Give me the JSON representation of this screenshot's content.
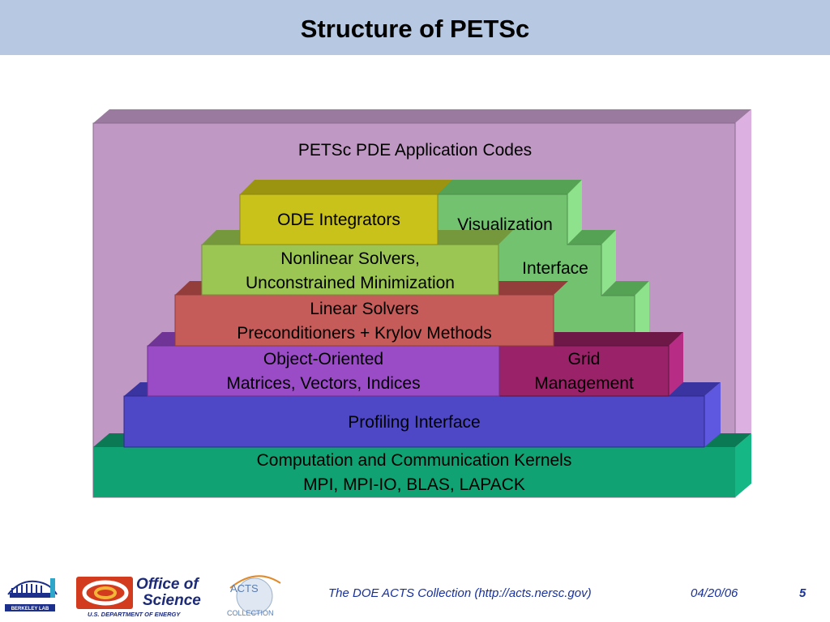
{
  "slide": {
    "title": "Structure of PETSc"
  },
  "diagram": {
    "app_layer": "PETSc PDE Application Codes",
    "ode": "ODE Integrators",
    "visualization": "Visualization",
    "interface": "Interface",
    "nonlinear": [
      "Nonlinear Solvers,",
      "Unconstrained Minimization"
    ],
    "linear": [
      "Linear Solvers",
      "Preconditioners + Krylov Methods"
    ],
    "object": [
      "Object-Oriented",
      "Matrices, Vectors, Indices"
    ],
    "grid": [
      "Grid",
      "Management"
    ],
    "profiling": "Profiling Interface",
    "kernels": [
      "Computation and Communication Kernels",
      "MPI, MPI-IO, BLAS, LAPACK"
    ],
    "colors": {
      "app": "#bf98c3",
      "kernels": "#10a273",
      "profiling": "#4e48c6",
      "object": "#9a4bc6",
      "grid": "#9a2268",
      "linear": "#c65c5a",
      "nonlinear": "#9cc653",
      "ode": "#c9c21a",
      "vis": "#72c270"
    }
  },
  "footer": {
    "caption": "The DOE ACTS Collection (http://acts.nersc.gov)",
    "date": "04/20/06",
    "page": "5",
    "logo_office": [
      "Office of",
      "Science"
    ],
    "logo_doe": "U.S. DEPARTMENT OF ENERGY",
    "logo_acts": [
      "ACTS",
      "COLLECTION"
    ],
    "logo_berkeley": "BERKELEY LAB"
  }
}
